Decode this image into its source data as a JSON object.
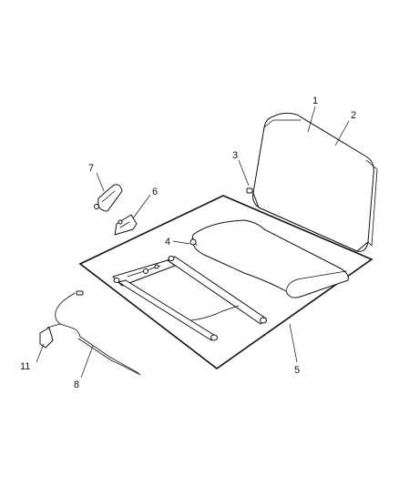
{
  "diagram": {
    "callouts": [
      {
        "id": "c1",
        "label": "1"
      },
      {
        "id": "c2",
        "label": "2"
      },
      {
        "id": "c3",
        "label": "3"
      },
      {
        "id": "c4",
        "label": "4"
      },
      {
        "id": "c5",
        "label": "5"
      },
      {
        "id": "c6",
        "label": "6"
      },
      {
        "id": "c7",
        "label": "7"
      },
      {
        "id": "c8",
        "label": "8"
      },
      {
        "id": "c11",
        "label": "11"
      }
    ]
  }
}
